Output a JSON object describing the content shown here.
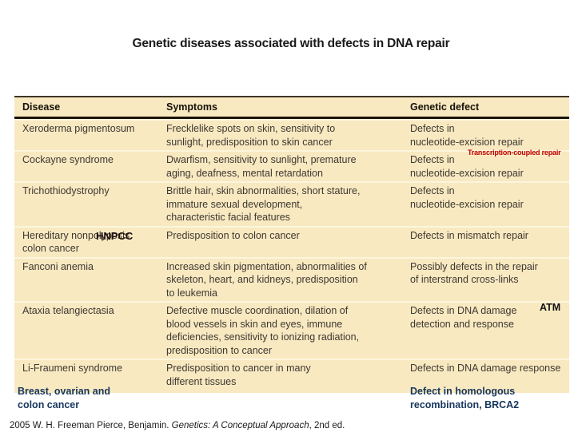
{
  "title": "Genetic diseases associated with defects in DNA repair",
  "table": {
    "columns": [
      "Disease",
      "Symptoms",
      "Genetic defect"
    ],
    "rows": [
      {
        "disease": "Xeroderma pigmentosum",
        "symptoms": "Frecklelike spots on skin, sensitivity to\nsunlight, predisposition to skin cancer",
        "defect": "Defects in\nnucleotide-excision repair"
      },
      {
        "disease": "Cockayne syndrome",
        "symptoms": "Dwarfism, sensitivity to sunlight, premature\naging, deafness, mental retardation",
        "defect": "Defects in\nnucleotide-excision repair"
      },
      {
        "disease": "Trichothiodystrophy",
        "symptoms": "Brittle hair, skin abnormalities, short stature,\nimmature sexual development,\ncharacteristic facial features",
        "defect": "Defects in\nnucleotide-excision repair"
      },
      {
        "disease": "Hereditary nonpolyposis\ncolon cancer",
        "symptoms": "Predisposition to colon cancer",
        "defect": "Defects in mismatch repair"
      },
      {
        "disease": "Fanconi anemia",
        "symptoms": "Increased skin pigmentation, abnormalities of\nskeleton, heart, and kidneys, predisposition\nto leukemia",
        "defect": "Possibly defects in the repair\nof interstrand cross-links"
      },
      {
        "disease": "Ataxia telangiectasia",
        "symptoms": "Defective muscle coordination, dilation of\nblood vessels in skin and eyes, immune\ndeficiencies, sensitivity to ionizing radiation,\npredisposition to cancer",
        "defect": "Defects in DNA damage\ndetection and response"
      },
      {
        "disease": "Li-Fraumeni syndrome",
        "symptoms": "Predisposition to cancer in many\ndifferent tissues",
        "defect": "Defects in DNA damage response"
      }
    ]
  },
  "annotations": {
    "transcription_coupled": "Transcription-coupled repair",
    "hnpcc": "HNPCC",
    "atm": "ATM",
    "breast_ovarian_colon": "Breast, ovarian and\ncolon cancer",
    "brca2": "Defect in homologous\nrecombination, BRCA2"
  },
  "citation": {
    "prefix": "2005 W. H. Freeman Pierce, Benjamin. ",
    "book_title": "Genetics: A Conceptual Approach",
    "suffix": ", 2nd ed."
  },
  "colors": {
    "table_background": "#F8E9C1",
    "annotation_red": "#C00000",
    "annotation_navy": "#17365D",
    "table_text": "#3E3831",
    "header_text": "#17120B"
  }
}
